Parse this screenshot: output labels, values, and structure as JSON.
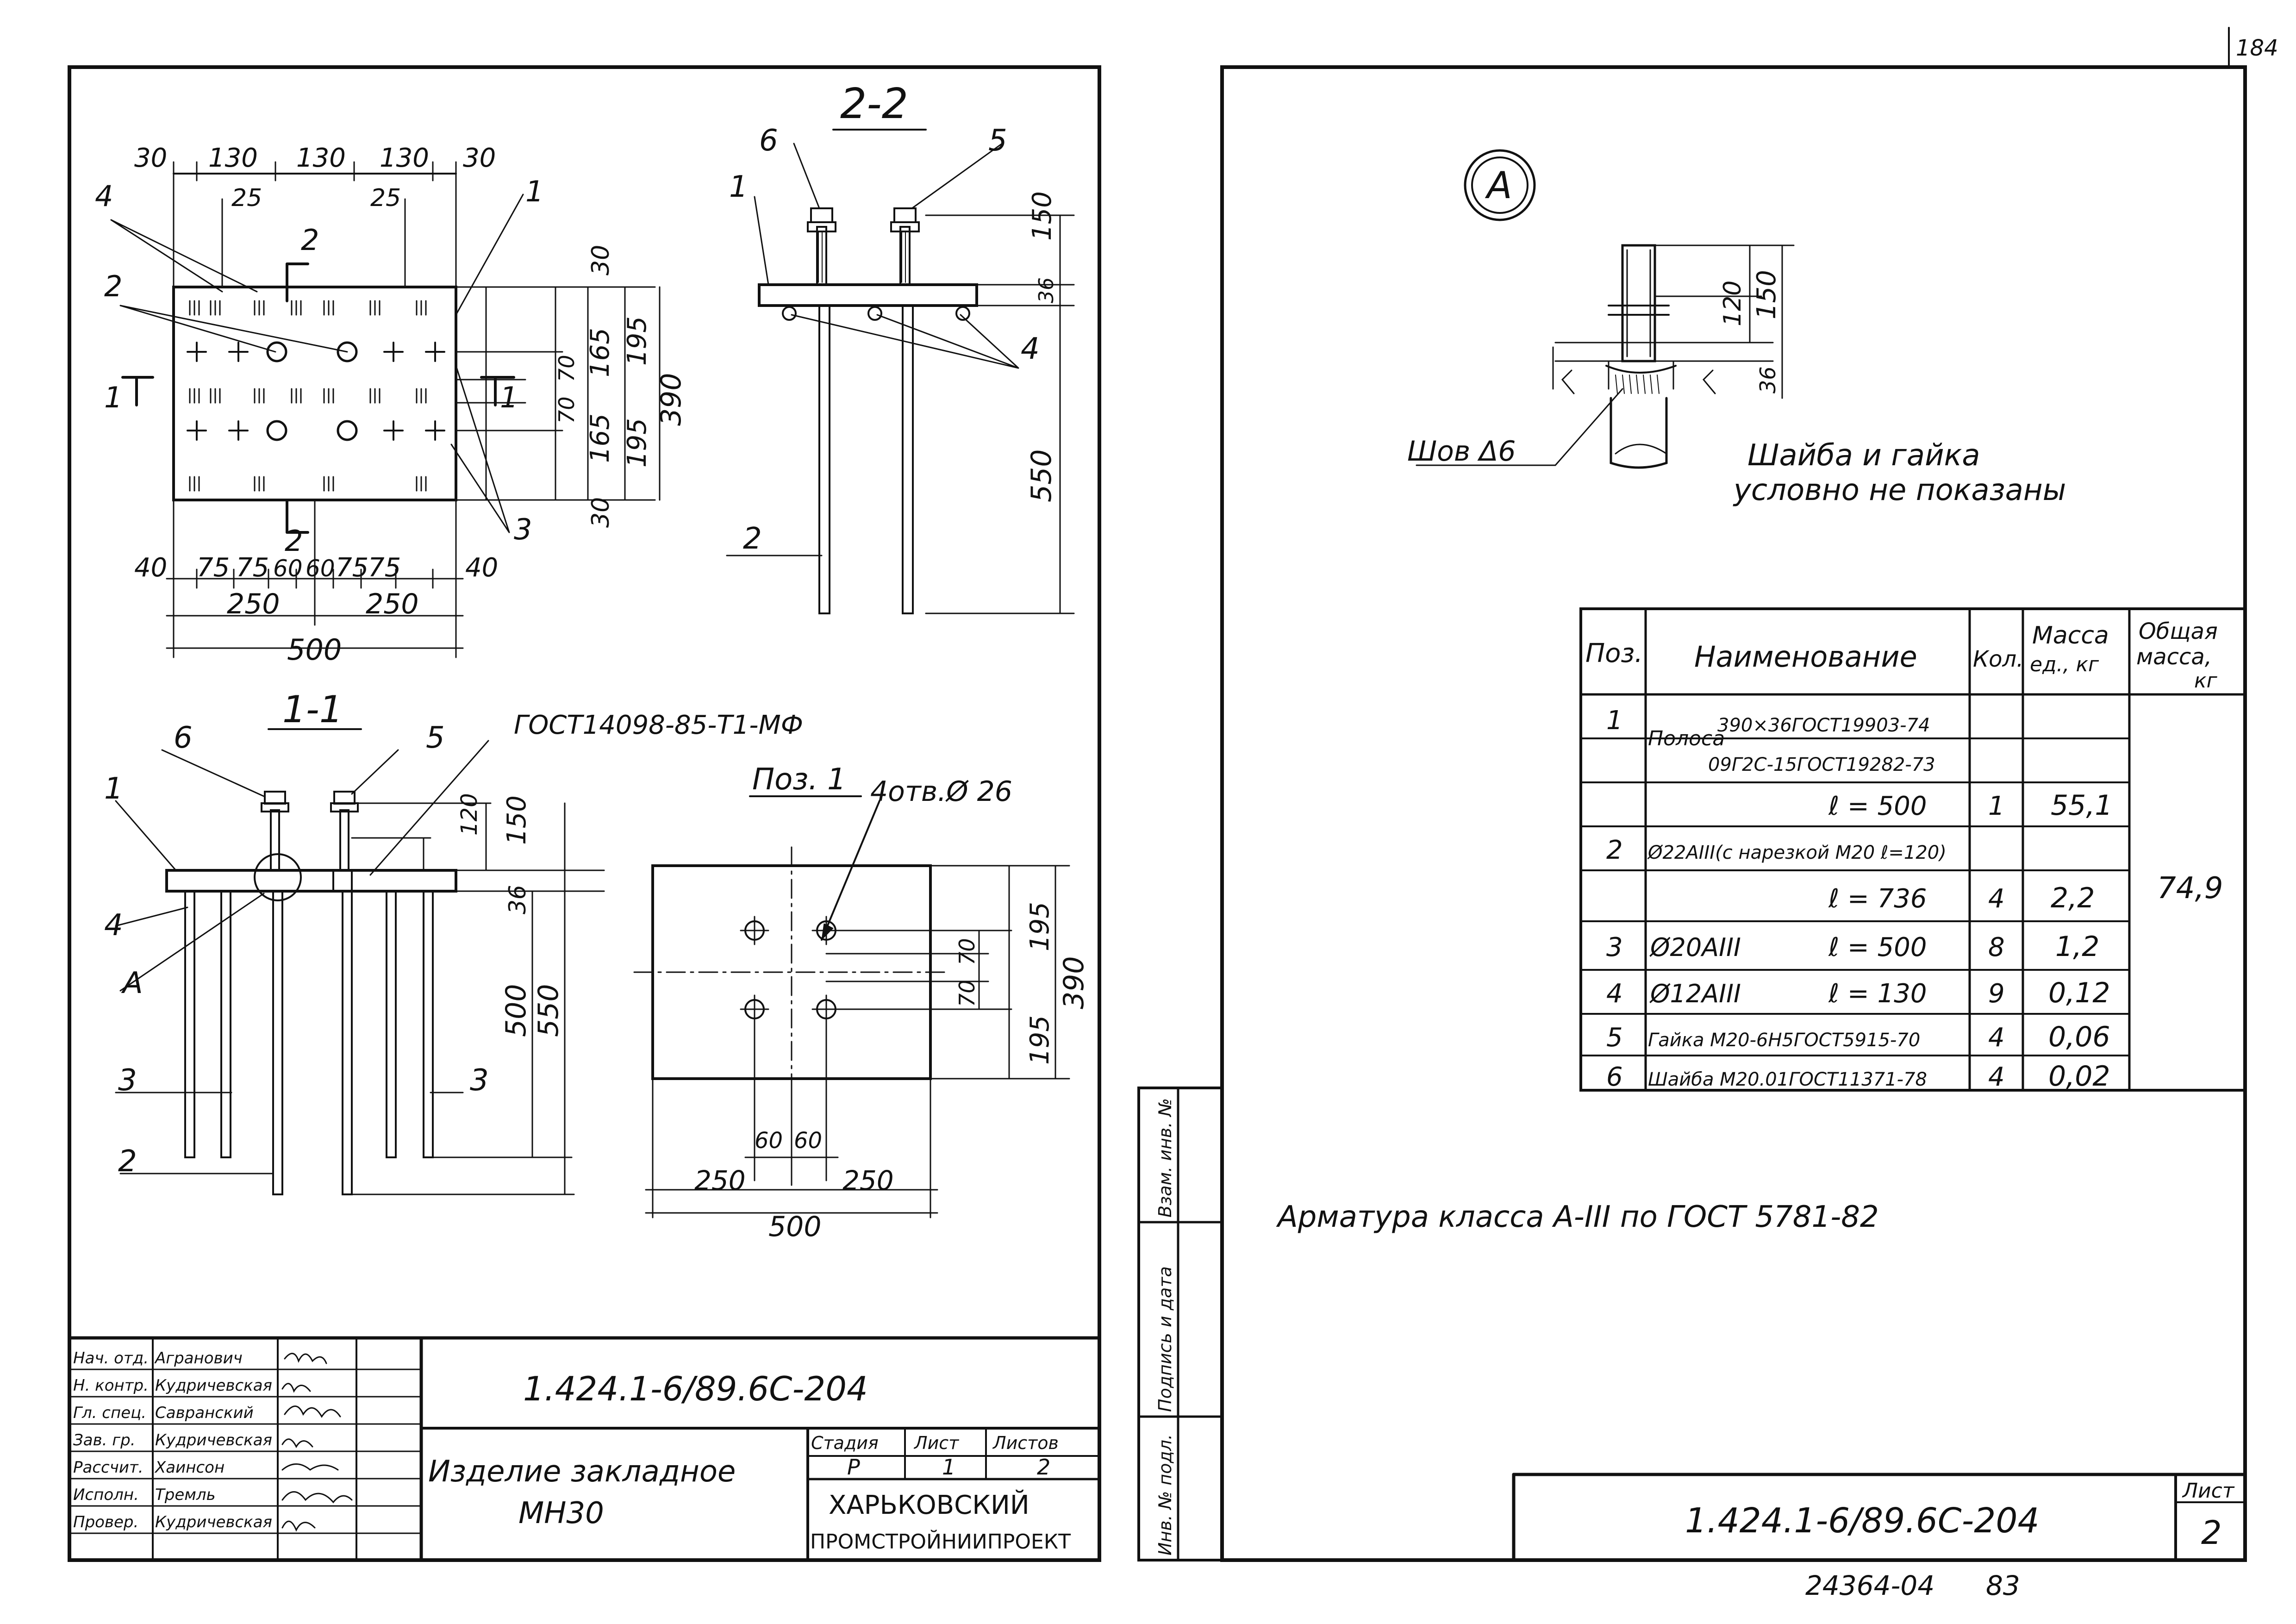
{
  "sheet_number_corner": "184",
  "left_sheet": {
    "view_2_2": {
      "title": "2-2",
      "labels": {
        "p1": "1",
        "p2": "2",
        "p4": "4",
        "p5": "5",
        "p6": "6"
      },
      "dims": {
        "d150": "150",
        "d36": "36",
        "d550": "550"
      }
    },
    "plan": {
      "labels": {
        "p1": "1",
        "p2": "2",
        "p3": "3",
        "p4": "4",
        "sec2": "2",
        "sec1": "1"
      },
      "top_dims": [
        "30",
        "130",
        "130",
        "130",
        "30"
      ],
      "top_inner": [
        "25",
        "25"
      ],
      "right_dims": {
        "d30a": "30",
        "d165a": "165",
        "d70a": "70",
        "d70b": "70",
        "d165b": "165",
        "d30b": "30",
        "d195a": "195",
        "d195b": "195",
        "d390": "390"
      },
      "bottom_dims": [
        "40",
        "75",
        "75",
        "60",
        "60",
        "75",
        "75",
        "40"
      ],
      "bottom_250": [
        "250",
        "250"
      ],
      "bottom_500": "500"
    },
    "view_1_1": {
      "title": "1-1",
      "labels": {
        "p1": "1",
        "p2": "2",
        "p3a": "3",
        "p3b": "3",
        "p4": "4",
        "p5": "5",
        "p6": "6",
        "pA": "А"
      },
      "standard": "ГОСТ14098-85-Т1-МФ",
      "dims": {
        "d120": "120",
        "d150": "150",
        "d36": "36",
        "d500": "500",
        "d550": "550"
      }
    },
    "pos1": {
      "title": "Поз. 1",
      "holes": "4отв.Ø 26",
      "dims": {
        "d195a": "195",
        "d70a": "70",
        "d70b": "70",
        "d195b": "195",
        "d390": "390",
        "d60a": "60",
        "d60b": "60",
        "d250a": "250",
        "d250b": "250",
        "d500": "500"
      }
    },
    "title_block": {
      "roles": [
        "Нач. отд.",
        "Н. контр.",
        "Гл. спец.",
        "Зав. гр.",
        "Рассчит.",
        "Исполн.",
        "Провер."
      ],
      "names": [
        "Агранович",
        "Кудричевская",
        "Савранский",
        "Кудричевская",
        "Хаинсон",
        "Тремль",
        "Кудричевская"
      ],
      "code": "1.424.1-6/89.6С-204",
      "item_line1": "Изделие закладное",
      "item_line2": "МН30",
      "stage_header": "Стадия",
      "sheet_header": "Лист",
      "sheets_header": "Листов",
      "stage": "Р",
      "sheet": "1",
      "sheets": "2",
      "org_line1": "ХАРЬКОВСКИЙ",
      "org_line2": "ПРОМСТРОЙНИИПРОЕКТ"
    }
  },
  "right_sheet": {
    "detail": {
      "letter": "А",
      "weld": "Шов Δ6",
      "dims": {
        "d120": "120",
        "d150": "150",
        "d36": "36"
      },
      "note_line1": "Шайба и гайка",
      "note_line2": "условно не показаны"
    },
    "spec_table": {
      "headers": {
        "pos": "Поз.",
        "name": "Наименование",
        "qty": "Кол.",
        "mass_unit_1": "Масса",
        "mass_unit_2": "ед., кг",
        "total_1": "Общая",
        "total_2": "масса,",
        "total_3": "кг"
      },
      "rows": [
        {
          "pos": "1",
          "name_a": "Полоса",
          "name_b": "390×36ГОСТ19903-74",
          "name_c": "09Г2С-15ГОСТ19282-73",
          "qty": "",
          "mass": ""
        },
        {
          "pos": "",
          "name": "ℓ = 500",
          "qty": "1",
          "mass": "55,1"
        },
        {
          "pos": "2",
          "name": "Ø22AIII(с нарезкой М20 ℓ=120)",
          "qty": "",
          "mass": ""
        },
        {
          "pos": "",
          "name": "ℓ = 736",
          "qty": "4",
          "mass": "2,2"
        },
        {
          "pos": "3",
          "name": "Ø20AIII",
          "name2": "ℓ = 500",
          "qty": "8",
          "mass": "1,2"
        },
        {
          "pos": "4",
          "name": "Ø12AIII",
          "name2": "ℓ = 130",
          "qty": "9",
          "mass": "0,12"
        },
        {
          "pos": "5",
          "name": "Гайка М20-6Н5ГОСТ5915-70",
          "qty": "4",
          "mass": "0,06"
        },
        {
          "pos": "6",
          "name": "Шайба М20.01ГОСТ11371-78",
          "qty": "4",
          "mass": "0,02"
        }
      ],
      "total": "74,9"
    },
    "rebar_note": "Арматура класса А-III по ГОСТ 5781-82",
    "side_stamp": [
      "Инв. № подл.",
      "Подпись и дата",
      "Взам. инв. №"
    ],
    "title_code": "1.424.1-6/89.6С-204",
    "sheet_label": "Лист",
    "sheet_value": "2"
  },
  "footer_code": "24364-04",
  "footer_num": "83"
}
